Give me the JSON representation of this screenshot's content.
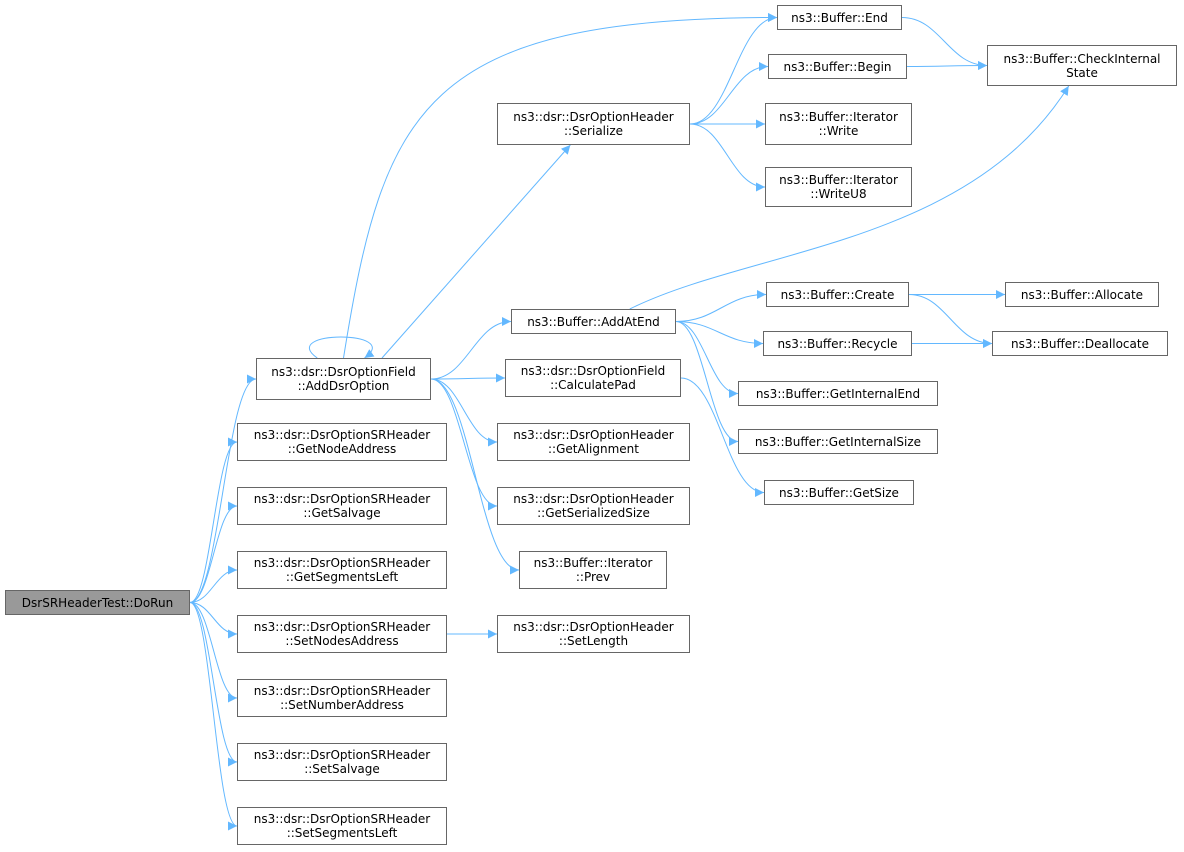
{
  "colors": {
    "edge": "#63b8ff",
    "node_border": "#666666",
    "root_fill": "#999999",
    "node_fill": "#ffffff"
  },
  "nodes": [
    {
      "id": "dorun",
      "lines": [
        "DsrSRHeaderTest::DoRun"
      ],
      "root": true
    },
    {
      "id": "adddsroption",
      "lines": [
        "ns3::dsr::DsrOptionField",
        "::AddDsrOption"
      ]
    },
    {
      "id": "getnodeaddress",
      "lines": [
        "ns3::dsr::DsrOptionSRHeader",
        "::GetNodeAddress"
      ]
    },
    {
      "id": "getsalvage",
      "lines": [
        "ns3::dsr::DsrOptionSRHeader",
        "::GetSalvage"
      ]
    },
    {
      "id": "getsegmentsleft",
      "lines": [
        "ns3::dsr::DsrOptionSRHeader",
        "::GetSegmentsLeft"
      ]
    },
    {
      "id": "setnodesaddress",
      "lines": [
        "ns3::dsr::DsrOptionSRHeader",
        "::SetNodesAddress"
      ]
    },
    {
      "id": "setnumberaddress",
      "lines": [
        "ns3::dsr::DsrOptionSRHeader",
        "::SetNumberAddress"
      ]
    },
    {
      "id": "setsalvage",
      "lines": [
        "ns3::dsr::DsrOptionSRHeader",
        "::SetSalvage"
      ]
    },
    {
      "id": "setsegmentsleft",
      "lines": [
        "ns3::dsr::DsrOptionSRHeader",
        "::SetSegmentsLeft"
      ]
    },
    {
      "id": "serialize",
      "lines": [
        "ns3::dsr::DsrOptionHeader",
        "::Serialize"
      ]
    },
    {
      "id": "addatend",
      "lines": [
        "ns3::Buffer::AddAtEnd"
      ]
    },
    {
      "id": "calculatepad",
      "lines": [
        "ns3::dsr::DsrOptionField",
        "::CalculatePad"
      ]
    },
    {
      "id": "getalignment",
      "lines": [
        "ns3::dsr::DsrOptionHeader",
        "::GetAlignment"
      ]
    },
    {
      "id": "getserializedsize",
      "lines": [
        "ns3::dsr::DsrOptionHeader",
        "::GetSerializedSize"
      ]
    },
    {
      "id": "prev",
      "lines": [
        "ns3::Buffer::Iterator",
        "::Prev"
      ]
    },
    {
      "id": "setlength",
      "lines": [
        "ns3::dsr::DsrOptionHeader",
        "::SetLength"
      ]
    },
    {
      "id": "end",
      "lines": [
        "ns3::Buffer::End"
      ]
    },
    {
      "id": "begin",
      "lines": [
        "ns3::Buffer::Begin"
      ]
    },
    {
      "id": "write",
      "lines": [
        "ns3::Buffer::Iterator",
        "::Write"
      ]
    },
    {
      "id": "writeu8",
      "lines": [
        "ns3::Buffer::Iterator",
        "::WriteU8"
      ]
    },
    {
      "id": "checkinternalstate",
      "lines": [
        "ns3::Buffer::CheckInternal",
        "State"
      ]
    },
    {
      "id": "create",
      "lines": [
        "ns3::Buffer::Create"
      ]
    },
    {
      "id": "recycle",
      "lines": [
        "ns3::Buffer::Recycle"
      ]
    },
    {
      "id": "getinternalend",
      "lines": [
        "ns3::Buffer::GetInternalEnd"
      ]
    },
    {
      "id": "getinternalsize",
      "lines": [
        "ns3::Buffer::GetInternalSize"
      ]
    },
    {
      "id": "getsize",
      "lines": [
        "ns3::Buffer::GetSize"
      ]
    },
    {
      "id": "allocate",
      "lines": [
        "ns3::Buffer::Allocate"
      ]
    },
    {
      "id": "deallocate",
      "lines": [
        "ns3::Buffer::Deallocate"
      ]
    }
  ],
  "edges": [
    [
      "dorun",
      "adddsroption"
    ],
    [
      "dorun",
      "getnodeaddress"
    ],
    [
      "dorun",
      "getsalvage"
    ],
    [
      "dorun",
      "getsegmentsleft"
    ],
    [
      "dorun",
      "setnodesaddress"
    ],
    [
      "dorun",
      "setnumberaddress"
    ],
    [
      "dorun",
      "setsalvage"
    ],
    [
      "dorun",
      "setsegmentsleft"
    ],
    [
      "adddsroption",
      "adddsroption"
    ],
    [
      "adddsroption",
      "end"
    ],
    [
      "adddsroption",
      "serialize"
    ],
    [
      "adddsroption",
      "addatend"
    ],
    [
      "adddsroption",
      "calculatepad"
    ],
    [
      "adddsroption",
      "getalignment"
    ],
    [
      "adddsroption",
      "getserializedsize"
    ],
    [
      "adddsroption",
      "prev"
    ],
    [
      "serialize",
      "end"
    ],
    [
      "serialize",
      "begin"
    ],
    [
      "serialize",
      "write"
    ],
    [
      "serialize",
      "writeu8"
    ],
    [
      "end",
      "checkinternalstate"
    ],
    [
      "begin",
      "checkinternalstate"
    ],
    [
      "addatend",
      "checkinternalstate"
    ],
    [
      "addatend",
      "create"
    ],
    [
      "addatend",
      "recycle"
    ],
    [
      "addatend",
      "getinternalend"
    ],
    [
      "addatend",
      "getinternalsize"
    ],
    [
      "create",
      "allocate"
    ],
    [
      "create",
      "deallocate"
    ],
    [
      "recycle",
      "deallocate"
    ],
    [
      "calculatepad",
      "getsize"
    ],
    [
      "setnodesaddress",
      "setlength"
    ]
  ]
}
